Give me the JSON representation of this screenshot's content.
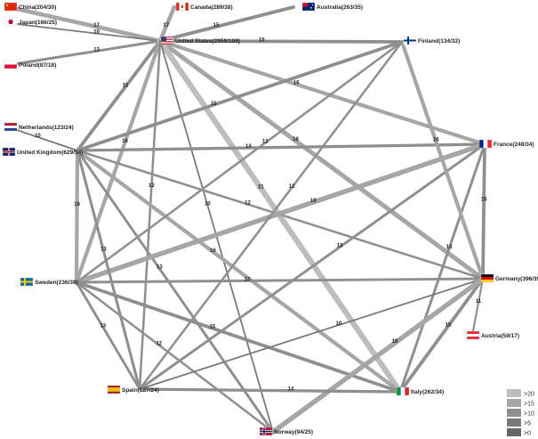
{
  "nodes": [
    {
      "id": "us",
      "label": "United States(2959/109)",
      "flag": "us-flag-icon"
    },
    {
      "id": "ca",
      "label": "Canada(289/38)",
      "flag": "canada-flag-icon"
    },
    {
      "id": "au",
      "label": "Australia(263/35)",
      "flag": "australia-flag-icon"
    },
    {
      "id": "cn",
      "label": "China(204/30)",
      "flag": "china-flag-icon"
    },
    {
      "id": "jp",
      "label": "Japan(166/25)",
      "flag": "japan-flag-icon"
    },
    {
      "id": "pl",
      "label": "Poland(87/18)",
      "flag": "poland-flag-icon"
    },
    {
      "id": "fi",
      "label": "Finland(134/32)",
      "flag": "finland-flag-icon"
    },
    {
      "id": "nl",
      "label": "Netherlands(123/24)",
      "flag": "netherlands-flag-icon"
    },
    {
      "id": "uk",
      "label": "United Kingdom(629/54)",
      "flag": "uk-flag-icon"
    },
    {
      "id": "fr",
      "label": "France(248/34)",
      "flag": "france-flag-icon"
    },
    {
      "id": "se",
      "label": "Sweden(236/39)",
      "flag": "sweden-flag-icon"
    },
    {
      "id": "de",
      "label": "Germany(396/39)",
      "flag": "germany-flag-icon"
    },
    {
      "id": "at",
      "label": "Austria(59/17)",
      "flag": "austria-flag-icon"
    },
    {
      "id": "es",
      "label": "Spain(127/24)",
      "flag": "spain-flag-icon"
    },
    {
      "id": "it",
      "label": "Italy(262/34)",
      "flag": "italy-flag-icon"
    },
    {
      "id": "no",
      "label": "Norway(94/25)",
      "flag": "norway-flag-icon"
    }
  ],
  "edges": [
    {
      "from": "us",
      "to": "cn",
      "weight": 17,
      "label": "17"
    },
    {
      "from": "us",
      "to": "ca",
      "weight": 17,
      "label": "17"
    },
    {
      "from": "us",
      "to": "au",
      "weight": 15,
      "label": "15"
    },
    {
      "from": "us",
      "to": "jp",
      "weight": 10,
      "label": "10"
    },
    {
      "from": "us",
      "to": "pl",
      "weight": 13,
      "label": "13"
    },
    {
      "from": "us",
      "to": "fi",
      "weight": 15,
      "label": "15"
    },
    {
      "from": "us",
      "to": "uk",
      "weight": 15,
      "label": "15"
    },
    {
      "from": "us",
      "to": "fr",
      "weight": 16,
      "label": "16"
    },
    {
      "from": "us",
      "to": "se",
      "weight": 16,
      "label": "16"
    },
    {
      "from": "us",
      "to": "de",
      "weight": 18,
      "label": "18"
    },
    {
      "from": "us",
      "to": "it",
      "weight": 21,
      "label": "21"
    },
    {
      "from": "us",
      "to": "es",
      "weight": 12,
      "label": "12"
    },
    {
      "from": "us",
      "to": "no",
      "weight": 10,
      "label": "10"
    },
    {
      "from": "nl",
      "to": "uk",
      "weight": 10,
      "label": "10"
    },
    {
      "from": "uk",
      "to": "fr",
      "weight": 14,
      "label": "14"
    },
    {
      "from": "uk",
      "to": "fi",
      "weight": 15,
      "label": "15"
    },
    {
      "from": "uk",
      "to": "de",
      "weight": 12,
      "label": "12"
    },
    {
      "from": "uk",
      "to": "it",
      "weight": 16,
      "label": "16"
    },
    {
      "from": "uk",
      "to": "se",
      "weight": 16,
      "label": "16"
    },
    {
      "from": "uk",
      "to": "es",
      "weight": 13,
      "label": "13"
    },
    {
      "from": "uk",
      "to": "no",
      "weight": 13,
      "label": "13"
    },
    {
      "from": "fr",
      "to": "se",
      "weight": 19,
      "label": "19"
    },
    {
      "from": "fr",
      "to": "de",
      "weight": 15,
      "label": "15"
    },
    {
      "from": "fr",
      "to": "it",
      "weight": 13,
      "label": "13"
    },
    {
      "from": "fr",
      "to": "es",
      "weight": 13,
      "label": "13"
    },
    {
      "from": "fi",
      "to": "de",
      "weight": 16,
      "label": "16"
    },
    {
      "from": "fi",
      "to": "se",
      "weight": 12,
      "label": "12"
    },
    {
      "from": "fi",
      "to": "es",
      "weight": 12,
      "label": "12"
    },
    {
      "from": "se",
      "to": "de",
      "weight": 13,
      "label": "13"
    },
    {
      "from": "se",
      "to": "it",
      "weight": 15,
      "label": "15"
    },
    {
      "from": "se",
      "to": "es",
      "weight": 13,
      "label": "13"
    },
    {
      "from": "se",
      "to": "no",
      "weight": 12,
      "label": "12"
    },
    {
      "from": "de",
      "to": "es",
      "weight": 10,
      "label": "10"
    },
    {
      "from": "de",
      "to": "it",
      "weight": 15,
      "label": "15"
    },
    {
      "from": "de",
      "to": "at",
      "weight": 11,
      "label": "11"
    },
    {
      "from": "de",
      "to": "no",
      "weight": 19,
      "label": "19"
    },
    {
      "from": "it",
      "to": "es",
      "weight": 14,
      "label": "14"
    },
    {
      "from": "uk",
      "to": "es",
      "weight": 13,
      "label": ""
    }
  ],
  "legend": [
    {
      "label": ">20",
      "color": "#bdbdbd"
    },
    {
      "label": ">15",
      "color": "#a6a6a6"
    },
    {
      "label": ">10",
      "color": "#8f8f8f"
    },
    {
      "label": ">5",
      "color": "#7a7a7a"
    },
    {
      "label": ">0",
      "color": "#666666"
    }
  ]
}
